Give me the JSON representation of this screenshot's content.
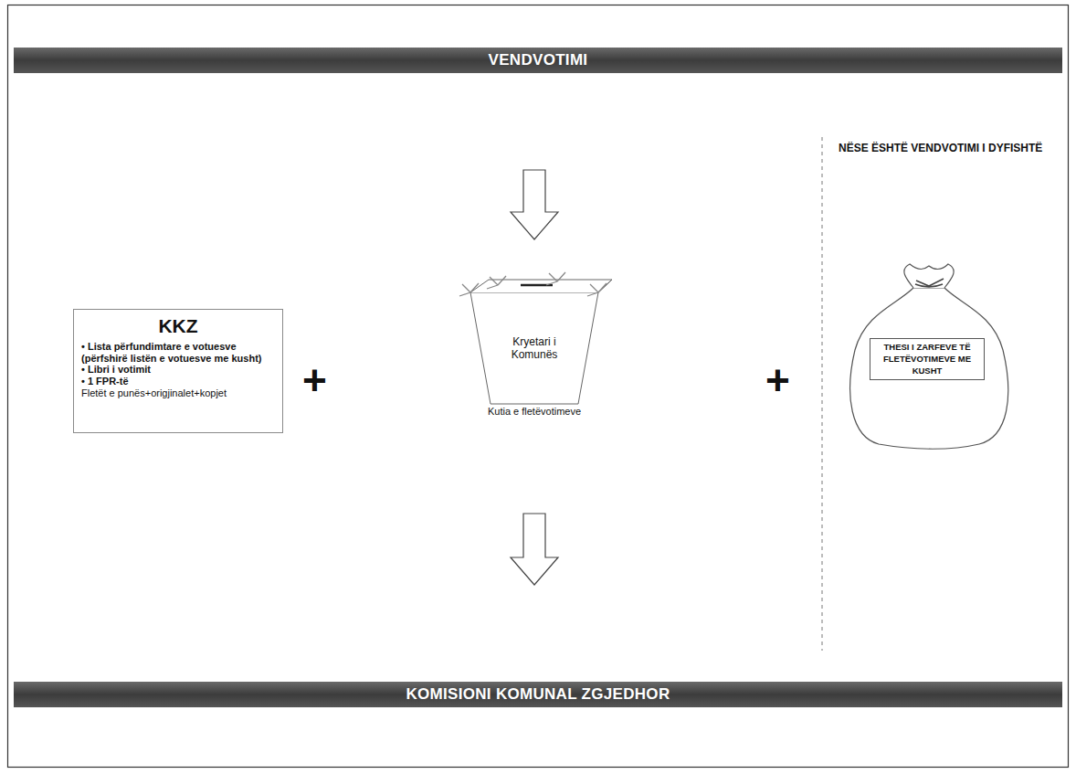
{
  "diagram": {
    "nodes": [
      {
        "text": [
          "VENDVOTIMI"
        ]
      },
      {
        "text": [
          "KKZ",
          "• Lista përfundimtare e votuesve (përfshirë listën e votuesve me kusht)",
          "• Libri i votimit",
          "• 1 FPR-të",
          "Fletët e punës+origjinalet+kopjet"
        ]
      },
      {
        "text": [
          "Kryetari i Komunës",
          "Kutia e fletëvotimeve"
        ]
      },
      {
        "text": [
          "THESI I ZARFEVE TË FLETËVOTIMEVE ME KUSHT"
        ]
      },
      {
        "text": [
          "KOMISIONI KOMUNAL ZGJEDHOR"
        ]
      }
    ],
    "edges": [
      {
        "from": 0,
        "to": 2,
        "arrow": "to"
      },
      {
        "from": 2,
        "to": 4,
        "arrow": "to"
      }
    ],
    "labels": [
      "+",
      "+",
      "NËSE ËSHTË VENDVOTIMI I DYFISHTË"
    ]
  }
}
